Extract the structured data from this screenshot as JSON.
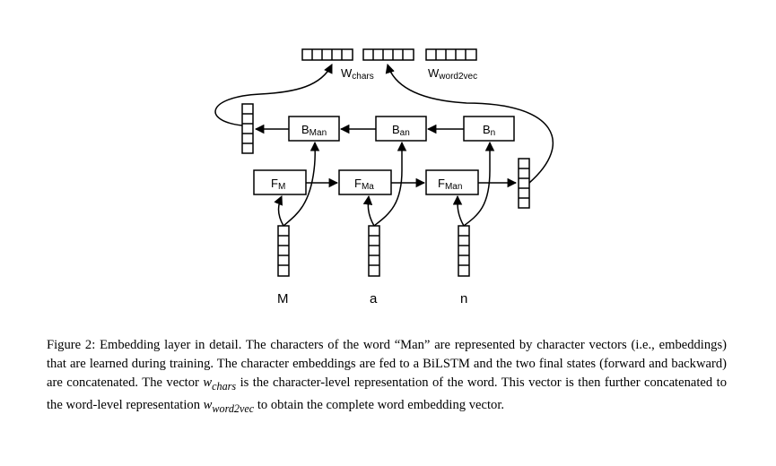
{
  "diagram": {
    "outputs": {
      "chars": {
        "base": "W",
        "sub": "chars"
      },
      "word2vec": {
        "base": "W",
        "sub": "word2vec"
      }
    },
    "backward": [
      {
        "base": "B",
        "sub": "Man"
      },
      {
        "base": "B",
        "sub": "an"
      },
      {
        "base": "B",
        "sub": "n"
      }
    ],
    "forward": [
      {
        "base": "F",
        "sub": "M"
      },
      {
        "base": "F",
        "sub": "Ma"
      },
      {
        "base": "F",
        "sub": "Man"
      }
    ],
    "chars": [
      "M",
      "a",
      "n"
    ]
  },
  "caption": {
    "label": "Figure 2:",
    "part1": " Embedding layer in detail. The characters of the word “Man” are represented by character vectors (i.e., embeddings) that are learned during training. The character embeddings are fed to a BiLSTM and the two final states (forward and backward) are concatenated. The vector ",
    "var_chars": "w",
    "var_chars_sub": "chars",
    "part2": " is the character-level representation of the word. This vector is then further concatenated to the word-level representation ",
    "var_word2vec": "w",
    "var_word2vec_sub": "word2vec",
    "part3": " to obtain the complete word embedding vector."
  }
}
